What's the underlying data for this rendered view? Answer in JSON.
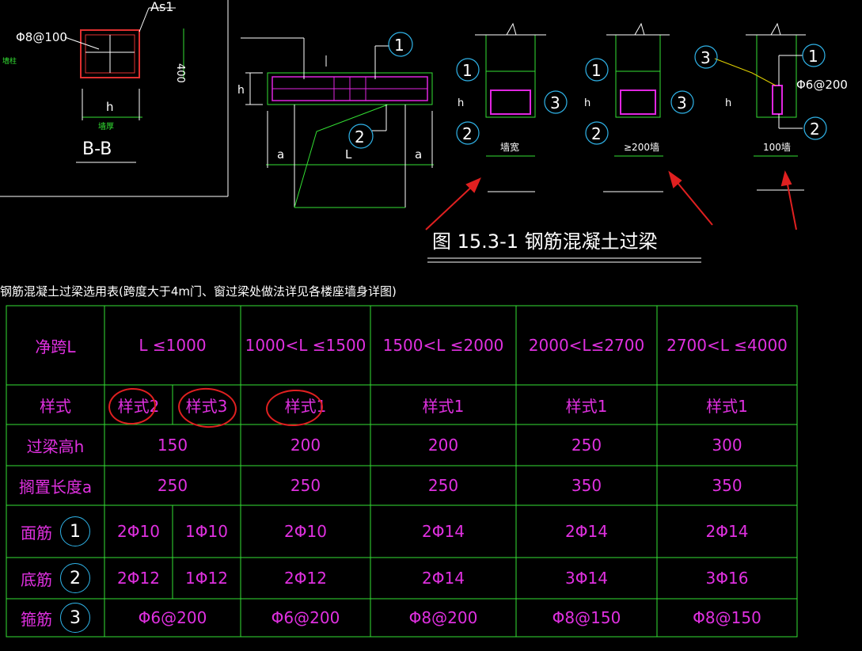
{
  "drawing": {
    "bb": {
      "as_label": "As1",
      "stirrup_label": "Φ8@100",
      "dim_400": "400",
      "dim_h": "h",
      "wall_label": "墙厚",
      "section_label": "B-B",
      "side_text": "墙柱"
    },
    "elevation": {
      "dim_h": "h",
      "dim_a1": "a",
      "dim_L": "L",
      "dim_a2": "a",
      "callout_1": "1",
      "callout_2": "2"
    },
    "sections": [
      {
        "c1": "1",
        "c2": "2",
        "c3": "3",
        "h": "h",
        "width_label": "墙宽"
      },
      {
        "c1": "1",
        "c2": "2",
        "c3": "3",
        "h": "h",
        "width_label": "≥200墙"
      },
      {
        "c1": "1",
        "c2": "2",
        "c3": "3",
        "h": "h",
        "width_label": "100墙",
        "stirrup": "Φ6@200"
      }
    ],
    "figure_title": "图 15.3-1   钢筋混凝土过梁"
  },
  "table": {
    "title": "钢筋混凝土过梁选用表(跨度大于4m门、窗过梁处做法详见各楼座墙身详图)",
    "rows": {
      "span": {
        "label": "净跨L",
        "values": [
          "L ≤1000",
          "1000<L  ≤1500",
          "1500<L   ≤2000",
          "2000<L≤2700",
          "2700<L   ≤4000"
        ]
      },
      "style": {
        "label": "样式",
        "values": [
          "样式2",
          "样式3",
          "样式1",
          "样式1",
          "样式1",
          "样式1"
        ]
      },
      "height": {
        "label": "过梁高h",
        "values": [
          "150",
          "200",
          "200",
          "250",
          "300"
        ]
      },
      "bearing": {
        "label": "搁置长度a",
        "values": [
          "250",
          "250",
          "250",
          "350",
          "350"
        ]
      },
      "top_bar": {
        "label": "面筋",
        "circle": "1",
        "values": [
          "2Φ10",
          "1Φ10",
          "2Φ10",
          "2Φ14",
          "2Φ14",
          "2Φ14"
        ]
      },
      "bottom_bar": {
        "label": "底筋",
        "circle": "2",
        "values": [
          "2Φ12",
          "1Φ12",
          "2Φ12",
          "2Φ14",
          "3Φ14",
          "3Φ16"
        ]
      },
      "stirrup": {
        "label": "箍筋",
        "circle": "3",
        "values": [
          "Φ6@200",
          "Φ6@200",
          "Φ8@200",
          "Φ8@150",
          "Φ8@150"
        ]
      }
    }
  },
  "colors": {
    "background": "#000000",
    "grid_line": "#33e033",
    "text_magenta": "#e030e0",
    "callout_circle": "#2fb3e8",
    "annotation_red": "#e02020",
    "line_white": "#ffffff"
  }
}
